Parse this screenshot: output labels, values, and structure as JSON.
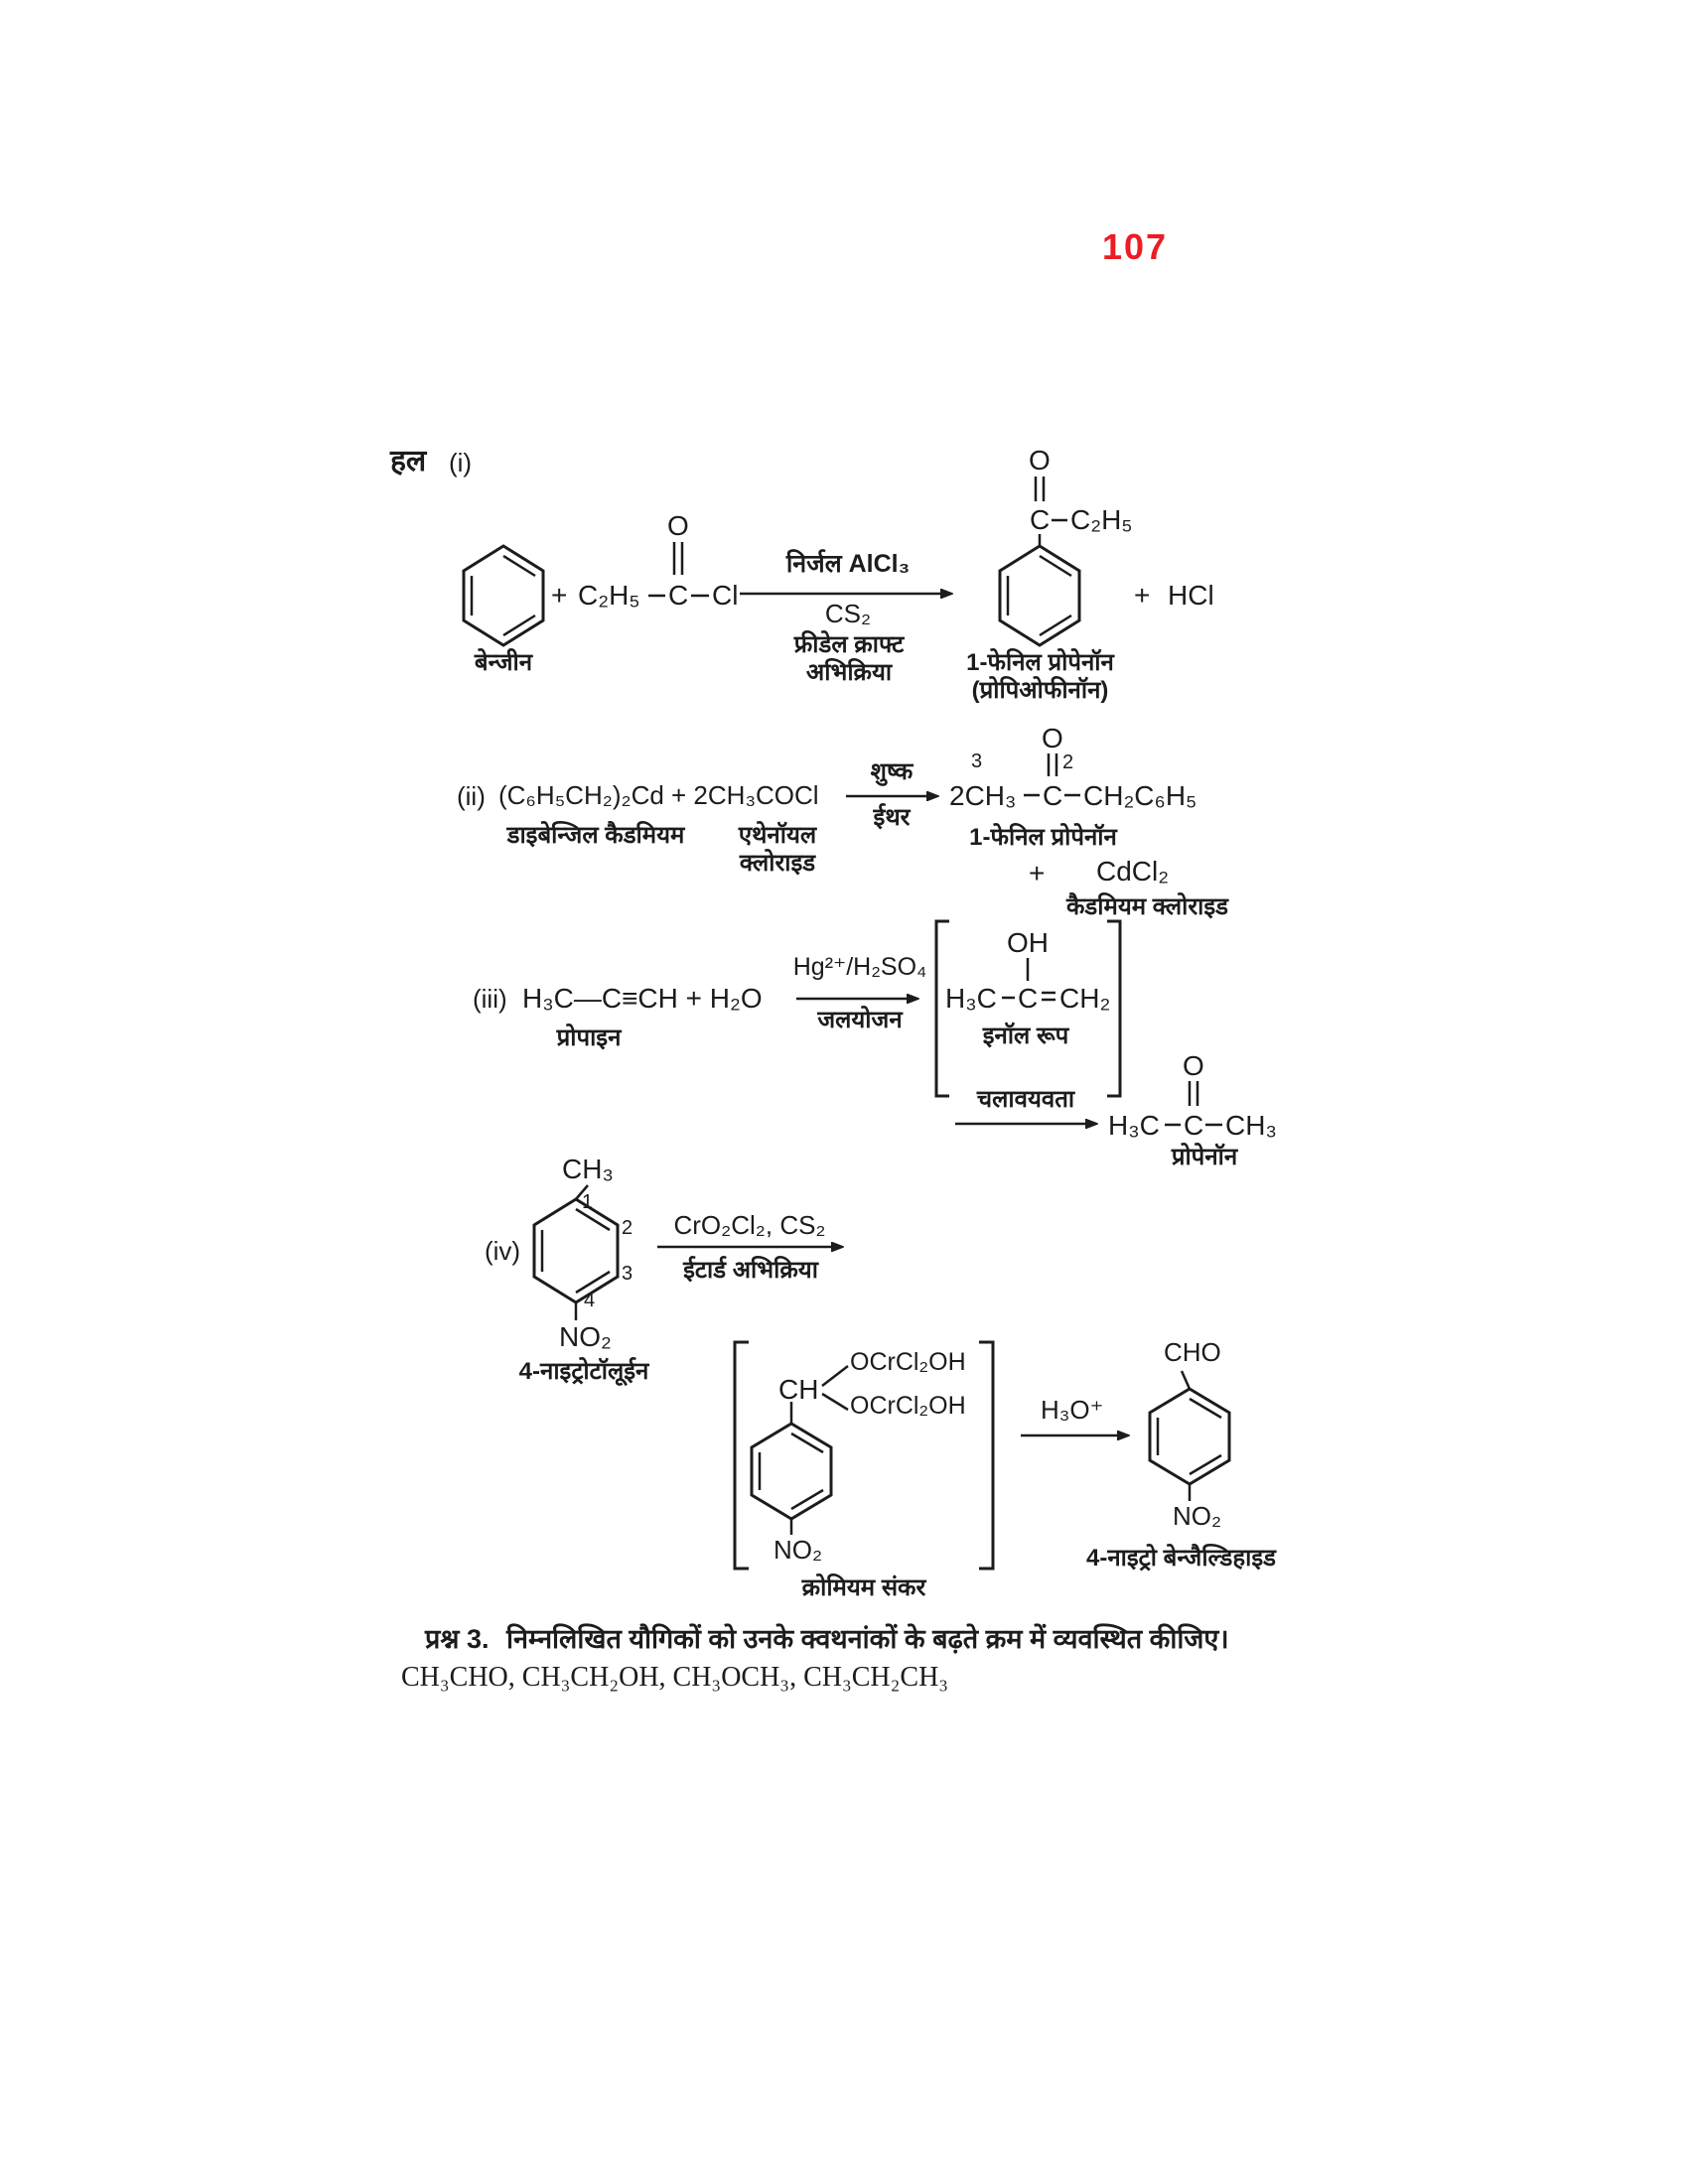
{
  "page": {
    "number": "107",
    "number_color": "#ed1c24",
    "ink_color": "#1c1c1c"
  },
  "solution": {
    "heading": "हल",
    "part_i": "(i)"
  },
  "rxn_i": {
    "benzene_label": "बेन्जीन",
    "plus1": "+",
    "acyl_et": "C₂H₅",
    "acyl_c": "C",
    "acyl_o": "O",
    "acyl_cl": "Cl",
    "cond_top": "निर्जल AlCl₃",
    "cond_b1": "CS₂",
    "cond_b2": "फ्रीडेल क्राफ्ट",
    "cond_b3": "अभिक्रिया",
    "prod_o": "O",
    "prod_c": "C",
    "prod_et": "C₂H₅",
    "plus2": "+",
    "hcl": "HCl",
    "prod_name": "1-फेनिल प्रोपेनॉन",
    "prod_alt_name": "(प्रोपिओफीनॉन)"
  },
  "rxn_ii": {
    "num": "(ii)",
    "reactants": "(C₆H₅CH₂)₂Cd + 2CH₃COCl",
    "r1_label": "डाइबेन्जिल कैडमियम",
    "r2_label1": "एथेनॉयल",
    "r2_label2": "क्लोराइड",
    "cond_top": "शुष्क",
    "cond_bottom": "ईथर",
    "p_coeff": "2CH₃",
    "p_c3_num": "3",
    "p_c": "C",
    "p_o": "O",
    "p_c2_num": "2",
    "p_right": "CH₂C₆H₅",
    "p_name": "1-फेनिल प्रोपेनॉन",
    "plus": "+",
    "cdcl2": "CdCl₂",
    "cdcl2_label": "कैडमियम क्लोराइड"
  },
  "rxn_iii": {
    "num": "(iii)",
    "reactants": "H₃C—C≡CH + H₂O",
    "r_label": "प्रोपाइन",
    "cond_top": "Hg²⁺/H₂SO₄",
    "cond_bottom": "जलयोजन",
    "enol_oh": "OH",
    "enol_left": "H₃C",
    "enol_c": "C",
    "enol_right": "CH₂",
    "enol_label": "इनॉल रूप",
    "taut_label": "चलावयवता",
    "keto_left": "H₃C",
    "keto_c": "C",
    "keto_o": "O",
    "keto_right": "CH₃",
    "keto_name": "प्रोपेनॉन"
  },
  "rxn_iv": {
    "num": "(iv)",
    "ch3": "CH₃",
    "ring_n1": "1",
    "ring_n2": "2",
    "ring_n3": "3",
    "ring_n4": "4",
    "no2": "NO₂",
    "r_name": "4-नाइट्रोटॉलूईन",
    "cond_top": "CrO₂Cl₂, CS₂",
    "cond_bottom": "ईटार्ड अभिक्रिया",
    "complex_ch": "CH",
    "complex_ocr_top": "OCrCl₂OH",
    "complex_ocr_bottom": "OCrCl₂OH",
    "complex_no2": "NO₂",
    "complex_name": "क्रोमियम संकर",
    "hydronium": "H₃O⁺",
    "prod_cho": "CHO",
    "prod_no2": "NO₂",
    "prod_name": "4-नाइट्रो बेन्जैल्डिहाइड"
  },
  "question3": {
    "label": "प्रश्न 3.",
    "text": "निम्नलिखित यौगिकों को उनके क्वथनांकों के बढ़ते क्रम में व्यवस्थित कीजिए।",
    "compounds": "CH₃CHO, CH₃CH₂OH, CH₃OCH₃, CH₃CH₂CH₃"
  }
}
